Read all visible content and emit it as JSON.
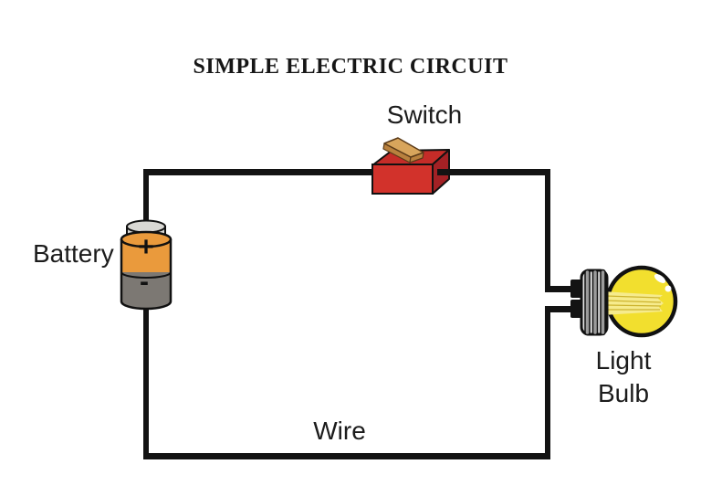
{
  "title": "SIMPLE ELECTRIC CIRCUIT",
  "labels": {
    "switch": "Switch",
    "battery": "Battery",
    "light_bulb_line1": "Light",
    "light_bulb_line2": "Bulb",
    "wire": "Wire"
  },
  "battery": {
    "positive": "+",
    "negative": "-"
  },
  "colors": {
    "background": "#FFFFFF",
    "wire": "#131313",
    "label_text": "#1C1C1C",
    "switch_front": "#D2322B",
    "switch_top": "#C52C28",
    "switch_side": "#A32125",
    "switch_lever": "#D8A55C",
    "switch_lever_side": "#B9813E",
    "battery_body_top": "#EA9A3C",
    "battery_body_bottom": "#7C7873",
    "battery_cap": "#D9D8D4",
    "bulb_glass": "#F2DF2E",
    "bulb_filament": "#F6EB8C",
    "bulb_filament_line": "#CDB42F",
    "bulb_base_light": "#E3E3E3",
    "bulb_base_dark": "#9B9B9B",
    "bulb_highlight": "#FFFFFF"
  }
}
